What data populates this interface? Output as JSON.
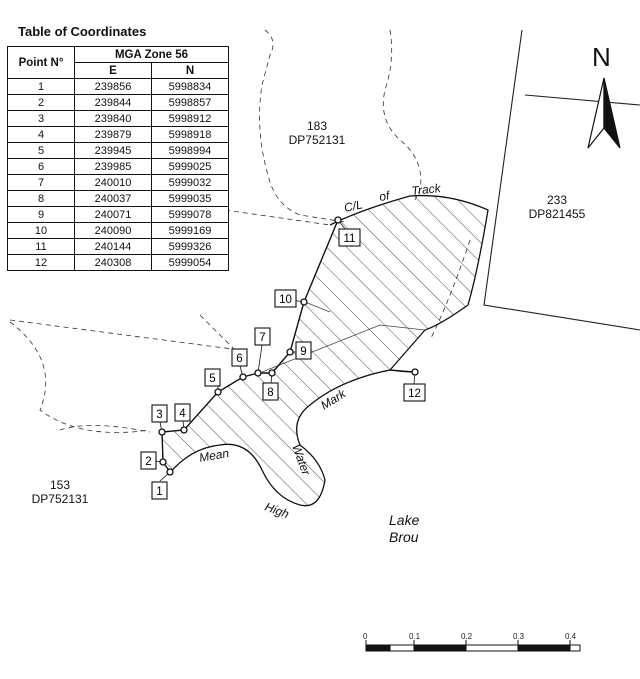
{
  "table": {
    "title": "Table of Coordinates",
    "header_point": "Point N°",
    "header_zone": "MGA Zone 56",
    "header_e": "E",
    "header_n": "N",
    "rows": [
      {
        "point": "1",
        "e": "239856",
        "n": "5998834"
      },
      {
        "point": "2",
        "e": "239844",
        "n": "5998857"
      },
      {
        "point": "3",
        "e": "239840",
        "n": "5998912"
      },
      {
        "point": "4",
        "e": "239879",
        "n": "5998918"
      },
      {
        "point": "5",
        "e": "239945",
        "n": "5998994"
      },
      {
        "point": "6",
        "e": "239985",
        "n": "5999025"
      },
      {
        "point": "7",
        "e": "240010",
        "n": "5999032"
      },
      {
        "point": "8",
        "e": "240037",
        "n": "5999035"
      },
      {
        "point": "9",
        "e": "240071",
        "n": "5999078"
      },
      {
        "point": "10",
        "e": "240090",
        "n": "5999169"
      },
      {
        "point": "11",
        "e": "240144",
        "n": "5999326"
      },
      {
        "point": "12",
        "e": "240308",
        "n": "5999054"
      }
    ]
  },
  "labels": {
    "lot183_num": "183",
    "lot183_dp": "DP752131",
    "lot233_num": "233",
    "lot233_dp": "DP821455",
    "lot153_num": "153",
    "lot153_dp": "DP752131",
    "lake_line1": "Lake",
    "lake_line2": "Brou",
    "north": "N",
    "track_words": [
      "C/L",
      "of",
      "Track"
    ],
    "water_words": [
      "Mean",
      "High",
      "Water",
      "Mark"
    ]
  },
  "point_tags": [
    "1",
    "2",
    "3",
    "4",
    "5",
    "6",
    "7",
    "8",
    "9",
    "10",
    "11",
    "12"
  ],
  "scale": {
    "ticks": [
      "0",
      "0.1",
      "0.2",
      "0.3",
      "0.4"
    ]
  }
}
